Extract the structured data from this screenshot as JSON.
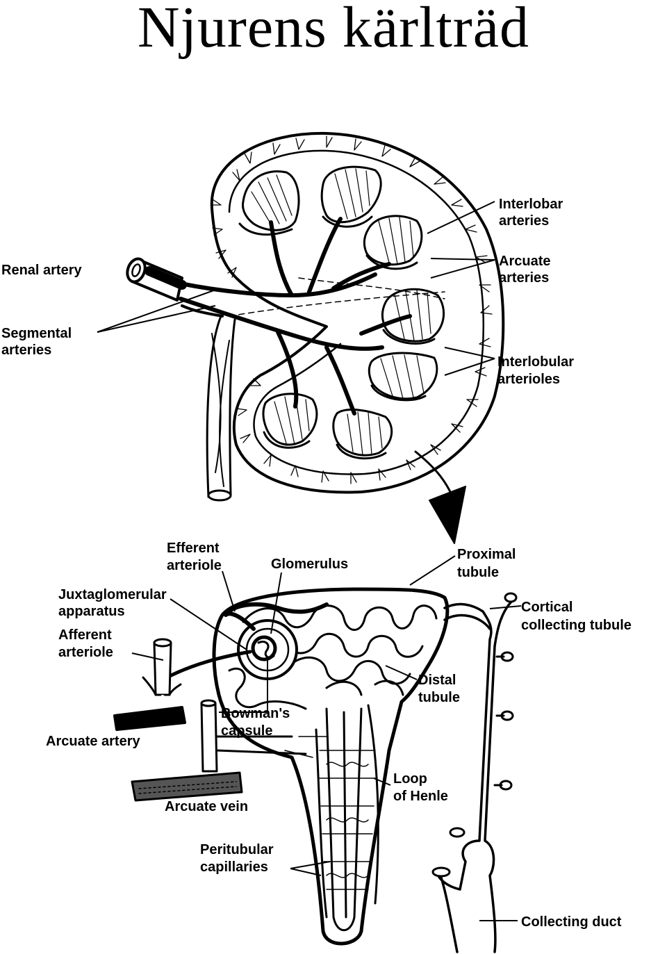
{
  "title": "Njurens kärlträd",
  "labels": {
    "renal_artery": "Renal artery",
    "segmental_1": "Segmental",
    "segmental_2": "arteries",
    "interlobar_1": "Interlobar",
    "interlobar_2": "arteries",
    "arcuate_1": "Arcuate",
    "arcuate_2": "arteries",
    "interlobular_1": "Interlobular",
    "interlobular_2": "arterioles",
    "efferent_1": "Efferent",
    "efferent_2": "arteriole",
    "glomerulus": "Glomerulus",
    "proximal_1": "Proximal",
    "proximal_2": "tubule",
    "juxta_1": "Juxtaglomerular",
    "juxta_2": "apparatus",
    "afferent_1": "Afferent",
    "afferent_2": "arteriole",
    "cortical_1": "Cortical",
    "cortical_2": "collecting tubule",
    "bowman_1": "Bowman's",
    "bowman_2": "capsule",
    "distal_1": "Distal",
    "distal_2": "tubule",
    "arcuate_artery": "Arcuate artery",
    "arcuate_vein": "Arcuate vein",
    "loop_1": "Loop",
    "loop_2": "of Henle",
    "peritubular_1": "Peritubular",
    "peritubular_2": "capillaries",
    "collecting_duct": "Collecting duct"
  }
}
